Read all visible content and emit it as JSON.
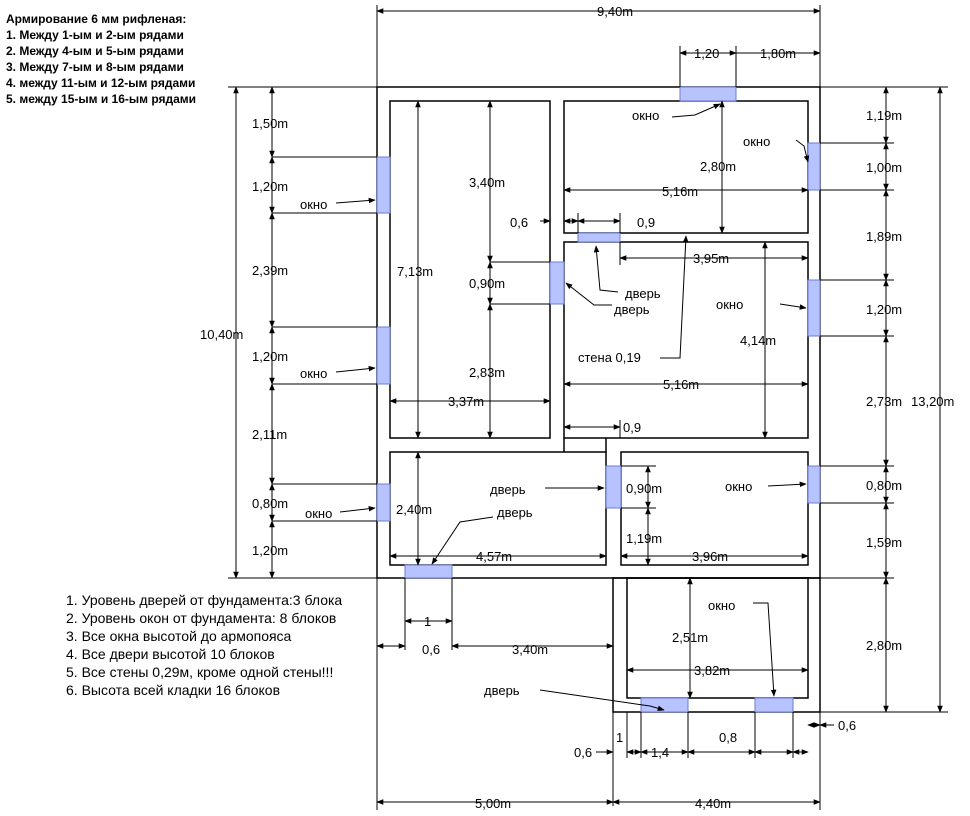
{
  "notes_top": {
    "title": "Армирование 6 мм рифленая:",
    "items": [
      "1. Между 1-ым и 2-ым рядами",
      "2. Между 4-ым и 5-ым рядами",
      "3. Между 7-ым и 8-ым рядами",
      "4. между 11-ым и 12-ым рядами",
      "5. между 15-ым и 16-ым рядами"
    ]
  },
  "notes_bottom": [
    "1. Уровень дверей от фундамента:3 блока",
    "2. Уровень окон от фундамента: 8 блоков",
    "3. Все окна высотой до армопояса",
    "4. Все двери высотой 10 блоков",
    "5. Все стены 0,29м, кроме одной стены!!!",
    "6. Высота всей кладки 16 блоков"
  ],
  "plan": {
    "dims": {
      "top_total": "9,40m",
      "top_window": "1,20",
      "top_right": "1,80m",
      "left_total": "10,40m",
      "left_1": "1,50m",
      "left_2": "1,20m",
      "left_3": "2,39m",
      "left_4": "1,20m",
      "left_5": "2,11m",
      "left_6": "0,80m",
      "left_7": "1,20m",
      "right_total": "13,20m",
      "right_1": "1,19m",
      "right_2": "1,00m",
      "right_3": "1,89m",
      "right_4": "1,20m",
      "right_5": "2,73m",
      "right_6": "0,80m",
      "right_7": "1,59m",
      "right_8": "2,80m",
      "room1_height": "7,13m",
      "room1_upper": "3,40m",
      "room1_door": "0,90m",
      "room1_lower": "2,83m",
      "room1_width": "3,37m",
      "gap_left": "0,6",
      "gap_right": "0,9",
      "gap_lower": "0,9",
      "room2_height": "2,80m",
      "room2_width": "5,16m",
      "room3_door_offset": "3,95m",
      "room3_height": "4,14m",
      "room3_width": "5,16m",
      "wall_note": "стена 0,19",
      "room4_height": "2,40m",
      "room4_width": "4,57m",
      "room5_door": "0,90m",
      "room5_lower": "1,19m",
      "room5_width": "3,96m",
      "porch_height": "2,51m",
      "porch_width": "3,82m",
      "b_1": "1",
      "b_06": "0,6",
      "b_340": "3,40m",
      "b_06b": "0,6",
      "b_1b": "1",
      "b_14": "1,4",
      "b_08": "0,8",
      "b_06c": "0,6",
      "bottom_left": "5,00m",
      "bottom_right": "4,40m"
    },
    "labels": {
      "window": "окно",
      "door": "дверь"
    }
  }
}
